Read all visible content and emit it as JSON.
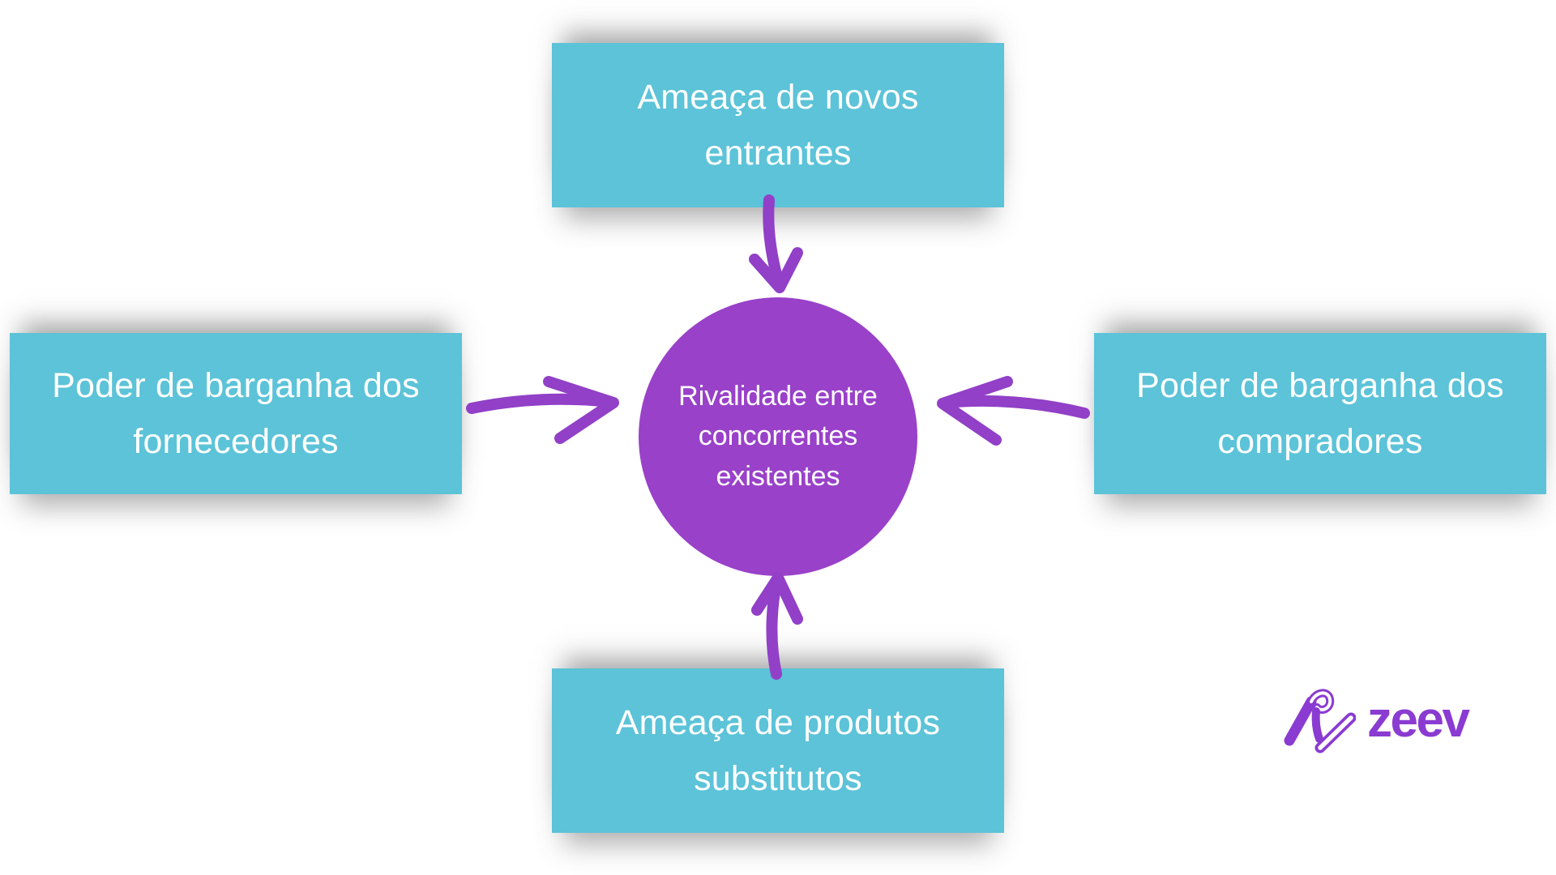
{
  "colors": {
    "background": "#FFFFFF",
    "box_fill": "#5CC3D8",
    "box_text": "#FFFFFF",
    "circle_fill": "#9941C9",
    "circle_text": "#FFFFFF",
    "arrow": "#9140C7",
    "logo": "#8A3BD1"
  },
  "forces": {
    "top": {
      "lines": [
        "Ameaça de novos",
        "entrantes"
      ]
    },
    "left": {
      "lines": [
        "Poder de barganha dos",
        "fornecedores"
      ]
    },
    "right": {
      "lines": [
        "Poder de barganha dos",
        "compradores"
      ]
    },
    "bottom": {
      "lines": [
        "Ameaça de produtos",
        "substitutos"
      ]
    }
  },
  "center": {
    "lines": [
      "Rivalidade entre",
      "concorrentes",
      "existentes"
    ]
  },
  "arrows": {
    "top": "arrow-down-icon",
    "left": "arrow-right-icon",
    "right": "arrow-left-icon",
    "bottom": "arrow-up-icon"
  },
  "logo": {
    "wordmark": "zeev",
    "mark": "zeev-zigzag-mark-icon"
  }
}
